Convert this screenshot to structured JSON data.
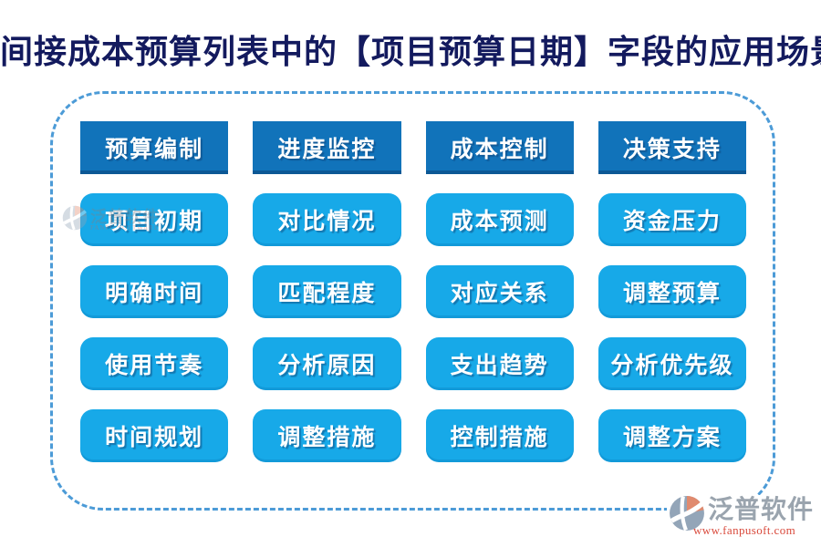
{
  "title": "间接成本预算列表中的【项目预算日期】字段的应用场景",
  "colors": {
    "title_text": "#131a5e",
    "header_button_bg": "#1173ba",
    "pill_button_bg": "#17a9e8",
    "button_text": "#ffffff",
    "dashed_border": "#4c9bd7",
    "logo_gray": "#9aa4ae",
    "logo_red": "#d94a3c",
    "logo_icon_gray": "#93a5b8",
    "logo_icon_salmon": "#e08a6e"
  },
  "columns": [
    {
      "header": "预算编制",
      "items": [
        "项目初期",
        "明确时间",
        "使用节奏",
        "时间规划"
      ]
    },
    {
      "header": "进度监控",
      "items": [
        "对比情况",
        "匹配程度",
        "分析原因",
        "调整措施"
      ]
    },
    {
      "header": "成本控制",
      "items": [
        "成本预测",
        "对应关系",
        "支出趋势",
        "控制措施"
      ]
    },
    {
      "header": "决策支持",
      "items": [
        "资金压力",
        "调整预算",
        "分析优先级",
        "调整方案"
      ]
    }
  ],
  "logo": {
    "name": "泛普软件",
    "url": "www.fanpusoft.com"
  },
  "watermark": {
    "name": "泛普软件",
    "subtext": "FANPU SOFTWARE"
  }
}
